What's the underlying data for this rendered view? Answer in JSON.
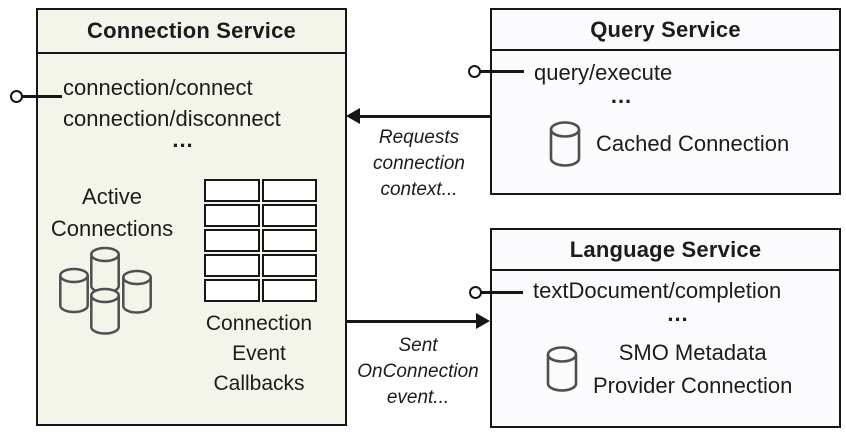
{
  "connection_service": {
    "title": "Connection Service",
    "methods": "connection/connect\nconnection/disconnect",
    "ellipsis": "...",
    "active_label": "Active\nConnections",
    "callbacks_label": "Connection\nEvent\nCallbacks",
    "callback_table": {
      "rows": 5,
      "cols": 2
    }
  },
  "query_service": {
    "title": "Query Service",
    "method": "query/execute",
    "ellipsis": "...",
    "connection_label": "Cached Connection"
  },
  "language_service": {
    "title": "Language Service",
    "method": "textDocument/completion",
    "ellipsis": "...",
    "connection_label": "SMO Metadata\nProvider Connection"
  },
  "edges": {
    "requests_label": "Requests\nconnection\ncontext...",
    "sent_label": "Sent\nOnConnection\nevent..."
  },
  "colors": {
    "connection_fill": "#f3f5ea",
    "service_fill": "#fbfbfd",
    "border": "#161616",
    "cylinder_stroke": "#4f4f4f",
    "text": "#1c1c1c"
  }
}
